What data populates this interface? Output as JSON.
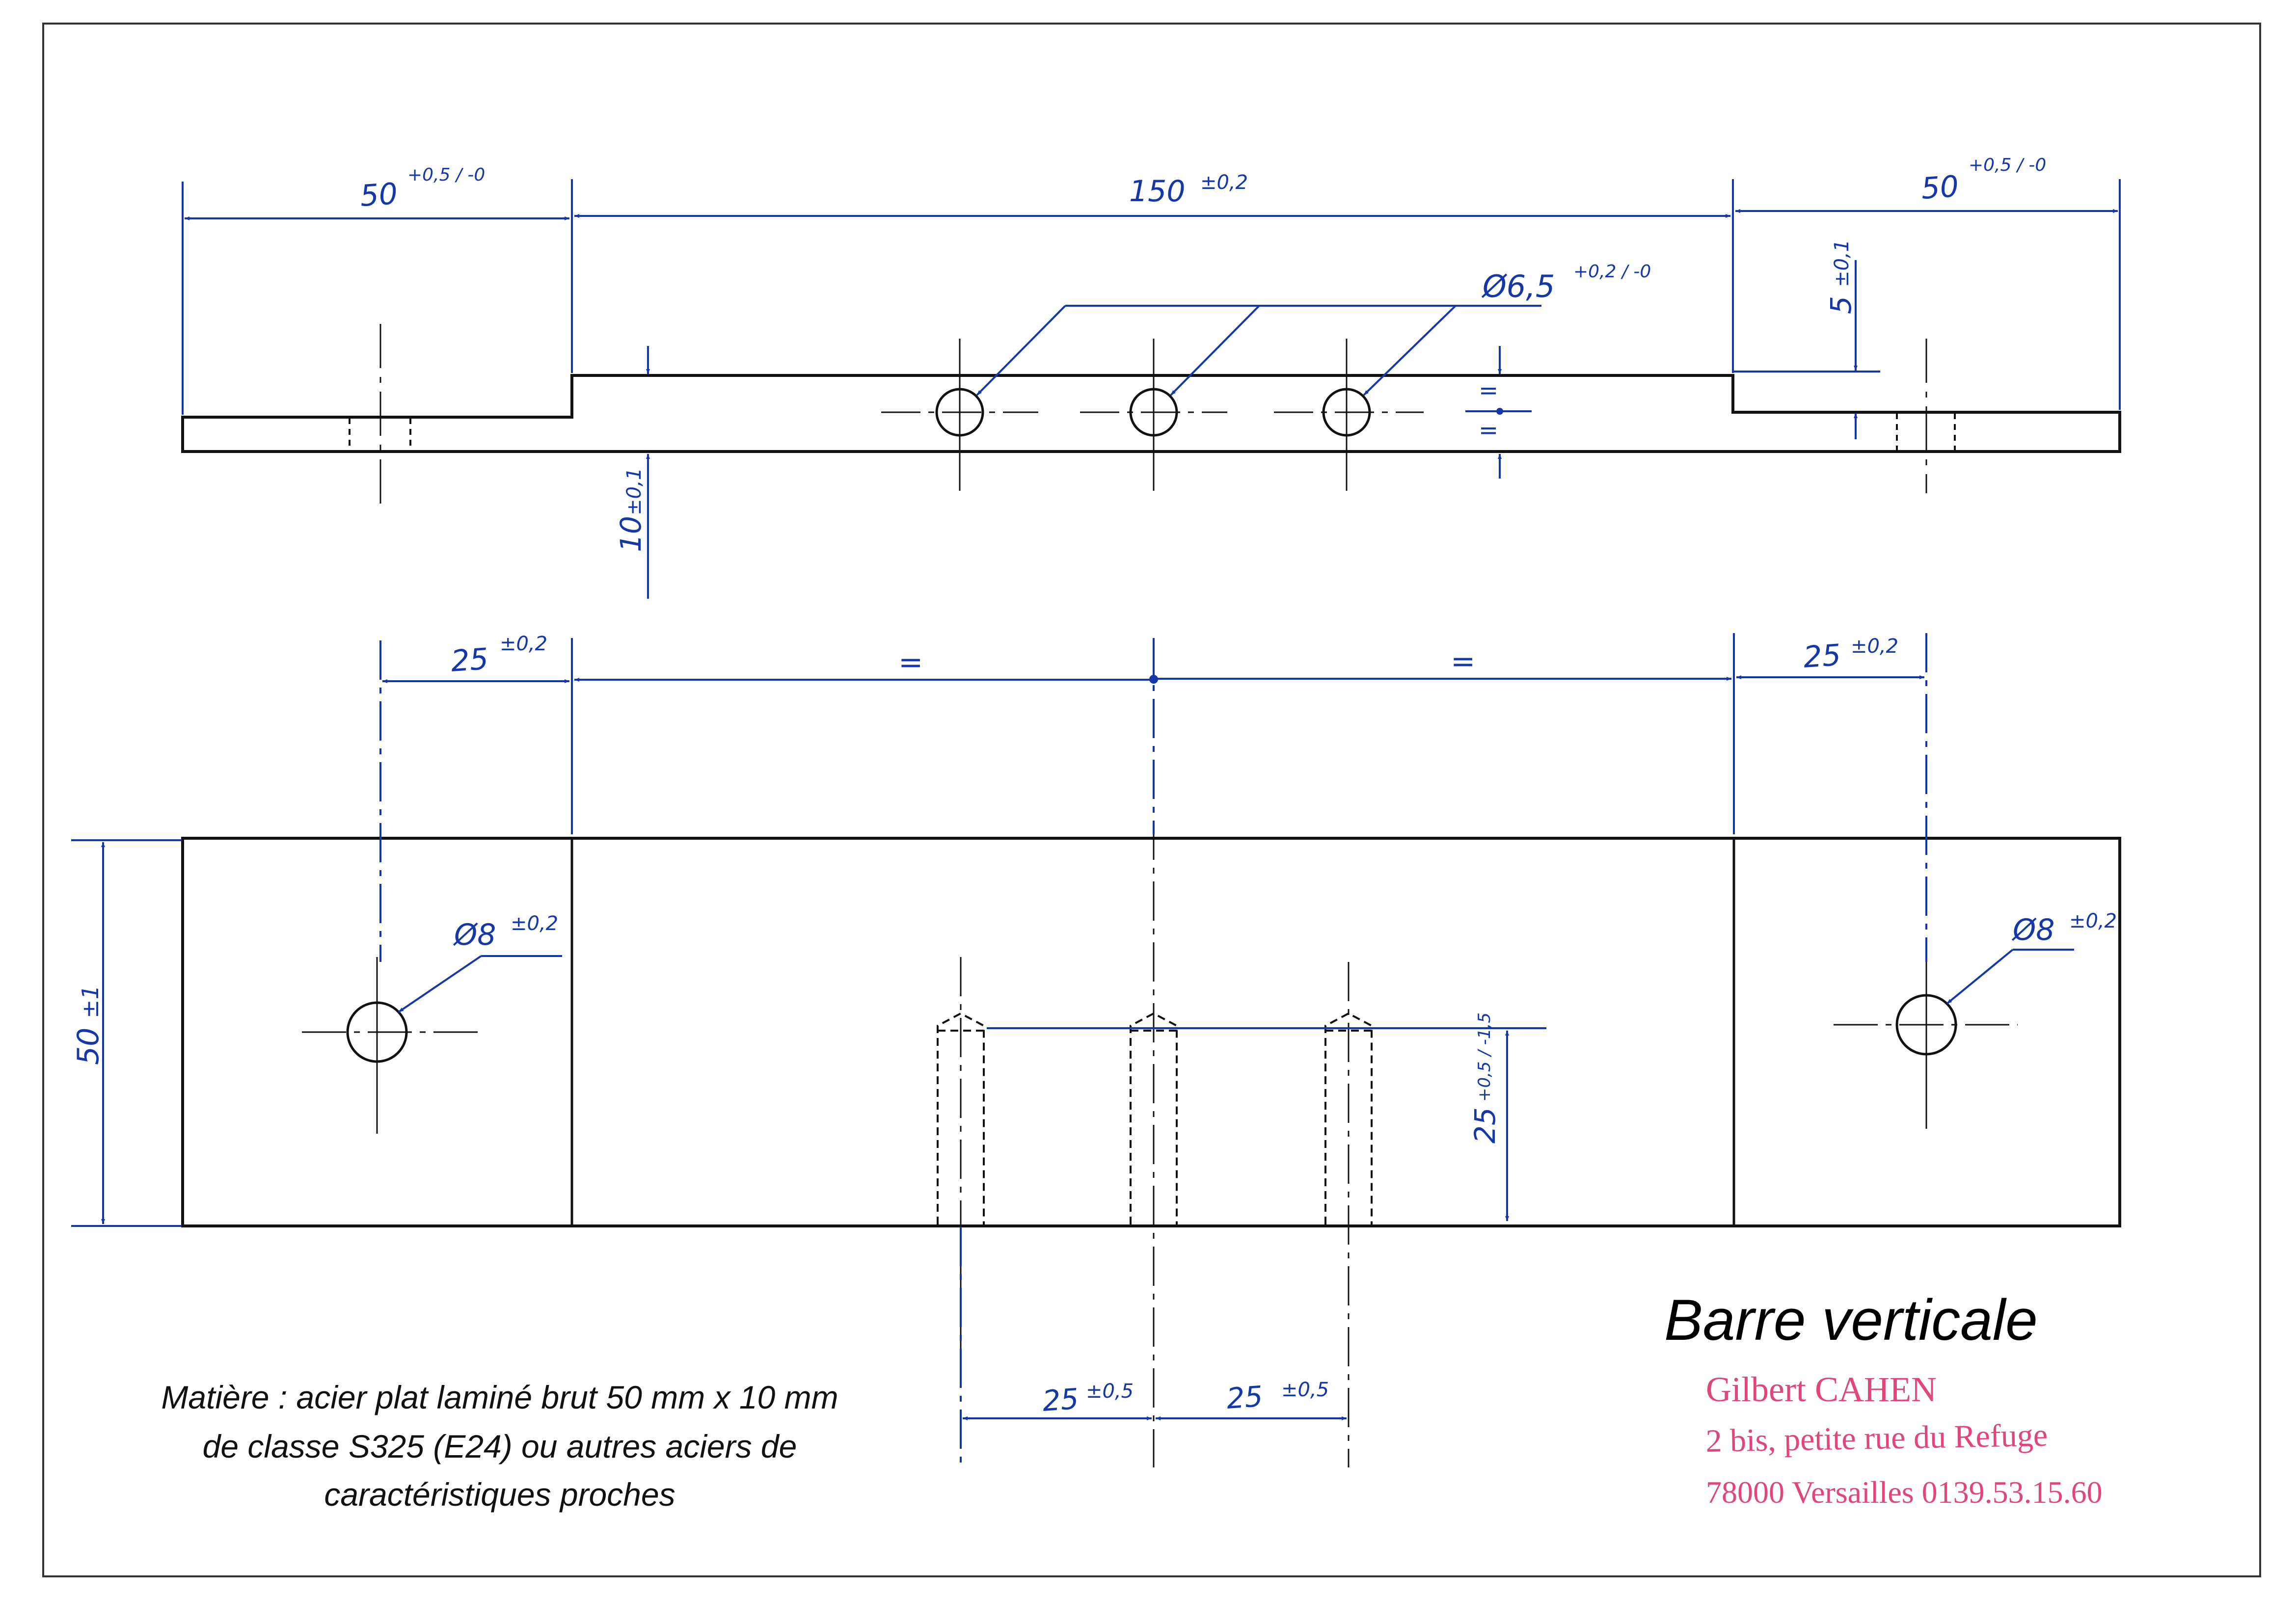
{
  "drawing": {
    "title": "Barre verticale",
    "material_note": [
      "Matière : acier plat laminé brut 50 mm x 10 mm",
      "de classe S325 (E24) ou autres aciers de",
      "caractéristiques proches"
    ],
    "stamp": {
      "name": "Gilbert CAHEN",
      "street": "2 bis, petite rue du Refuge",
      "city_phone": "78000 Versailles 0139.53.15.60"
    }
  },
  "top_view": {
    "dim_left_length": "50",
    "dim_left_tol": "+0,5 / -0",
    "dim_center_length": "150",
    "dim_center_tol": "±0,2",
    "dim_right_length": "50",
    "dim_right_tol": "+0,5 / -0",
    "hole_dia": "Ø6,5",
    "hole_dia_tol": "+0,2 / -0",
    "step_right": "5",
    "step_right_tol": "±0,1",
    "thickness": "10",
    "thickness_tol": "±0,1",
    "equal_mark": "="
  },
  "front_view": {
    "edge_to_hole_left": "25",
    "edge_to_hole_left_tol": "±0,2",
    "edge_to_hole_right": "25",
    "edge_to_hole_right_tol": "±0,2",
    "equal_left": "=",
    "equal_right": "=",
    "height": "50",
    "height_tol": "±1",
    "hole_left_dia": "Ø8",
    "hole_left_tol": "±0,2",
    "hole_right_dia": "Ø8",
    "hole_right_tol": "±0,2",
    "blind_depth": "25",
    "blind_depth_tol": "+0,5 / -1,5",
    "pitch_1": "25",
    "pitch_1_tol": "±0,5",
    "pitch_2": "25",
    "pitch_2_tol": "±0,5"
  },
  "colors": {
    "dimension": "#1537a8",
    "outline": "#111111",
    "stamp": "#e0457c"
  }
}
